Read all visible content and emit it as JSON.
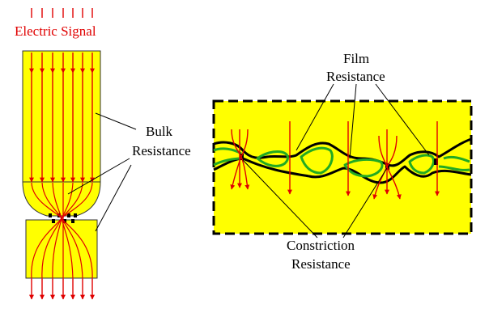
{
  "labels": {
    "signal": "Electric Signal",
    "bulk_line1": "Bulk",
    "bulk_line2": "Resistance",
    "film_line1": "Film",
    "film_line2": "Resistance",
    "constriction_line1": "Constriction",
    "constriction_line2": "Resistance"
  },
  "colors": {
    "conductor": "#ffff00",
    "conductor_border": "#333333",
    "current_arrows": "#e00000",
    "film_outline": "#000000",
    "film_inner": "#22aa22",
    "label_text": "#000000",
    "signal_text": "#e00000"
  }
}
